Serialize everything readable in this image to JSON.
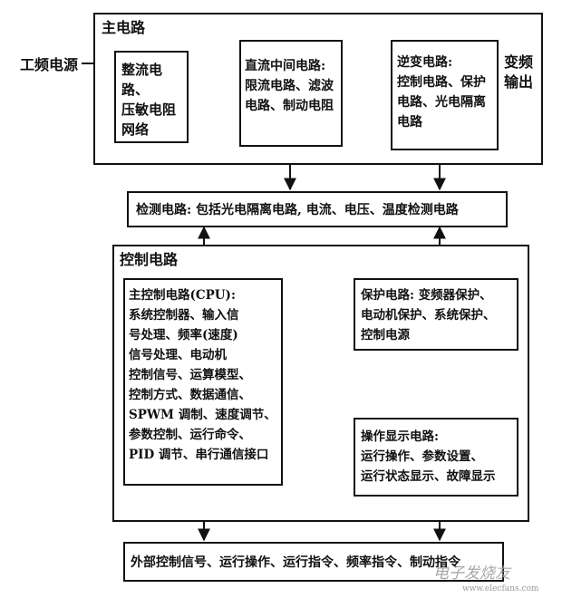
{
  "main_circuit": {
    "title": "主电路",
    "input_label": "工频电源",
    "output_label": "变频\n输出",
    "rectifier": "整流电路、\n压敏电阻\n网络",
    "dc_link": "直流中间电路:\n限流电路、滤波\n电路、制动电阻",
    "inverter": "逆变电路:\n控制电路、保护\n电路、光电隔离\n电路"
  },
  "detection": "检测电路: 包括光电隔离电路, 电流、电压、温度检测电路",
  "control_circuit": {
    "title": "控制电路",
    "main_control": "主控制电路(CPU):\n系统控制器、输入信\n号处理、频率(速度)\n信号处理、电动机\n控制信号、运算模型、\n控制方式、数据通信、\nSPWM 调制、速度调节、\n参数控制、运行命令、\nPID 调节、串行通信接口",
    "protection": "保护电路: 变频器保护、\n电动机保护、系统保护、\n控制电源",
    "display": "操作显示电路:\n运行操作、参数设置、\n运行状态显示、故障显示"
  },
  "external": "外部控制信号、运行操作、运行指令、频率指令、制动指令",
  "watermark": "电子发烧友",
  "watermark_url": "www.elecfans.com"
}
